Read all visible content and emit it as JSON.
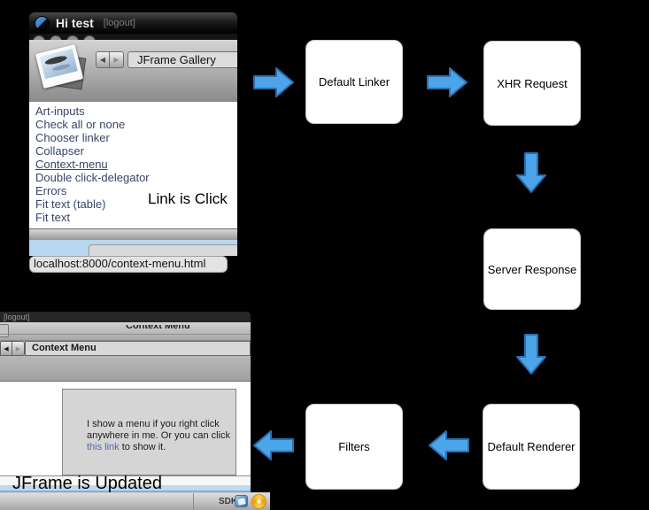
{
  "colors": {
    "background": "#000000",
    "arrow_fill": "#4BA5E8",
    "arrow_stroke": "#2A6FB2",
    "gallery_link_blue": "#3A4569",
    "highlight_blue": "#BEDAF0",
    "inline_link_blue": "#5566AA"
  },
  "top_window": {
    "titlebar": {
      "title": "Hi test",
      "logout_link": "[logout]"
    },
    "toolbar": {
      "back_glyph": "◀",
      "forward_glyph": "▶",
      "location_field": "JFrame Gallery"
    },
    "links": [
      "Art-inputs",
      "Check all or none",
      "Chooser linker",
      "Collapser",
      "Context-menu",
      "Double click-delegator",
      "Errors",
      "Fit text (table)",
      "Fit text"
    ],
    "overlay_caption": "Link is Click",
    "status_bubble": "localhost:8000/context-menu.html"
  },
  "flowchart": {
    "boxes": {
      "default_linker": "Default Linker",
      "xhr_request": "XHR Request",
      "server_response": "Server Response",
      "default_renderer": "Default Renderer",
      "filters": "Filters"
    }
  },
  "bottom_window": {
    "titlebar": {
      "logout_link": "[logout]"
    },
    "page_title": "Context Menu",
    "toolbar": {
      "back_glyph": "◀",
      "forward_glyph": "▶",
      "location_field": "Context Menu"
    },
    "content": {
      "line1": "I show a menu if you right click",
      "line2": "anywhere in me. Or you can click",
      "link_text": "this link",
      "line3_rest": " to show it."
    },
    "caption": "JFrame is Updated",
    "statusbar": {
      "sdk_label": "SDK"
    }
  }
}
